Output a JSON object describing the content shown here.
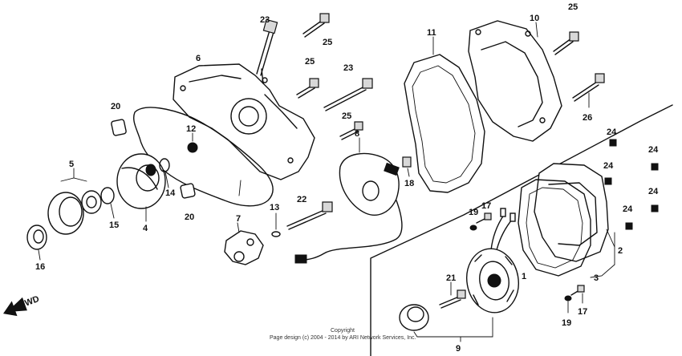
{
  "labels": {
    "l23a": "23",
    "l25a": "25",
    "l25b": "25",
    "l10": "10",
    "l11": "11",
    "l6": "6",
    "l25c": "25",
    "l23b": "23",
    "l20a": "20",
    "l25d": "25",
    "l12": "12",
    "l26": "26",
    "l24a": "24",
    "l8": "8",
    "l24b": "24",
    "l24c": "24",
    "l5": "5",
    "l14": "14",
    "l18": "18",
    "l24d": "24",
    "l13": "13",
    "l22": "22",
    "l20b": "20",
    "l17a": "17",
    "l19a": "19",
    "l15": "15",
    "l4": "4",
    "l7": "7",
    "l24e": "24",
    "l2": "2",
    "l16": "16",
    "l3": "3",
    "l21": "21",
    "l1": "1",
    "l17b": "17",
    "l19b": "19",
    "l9": "9"
  },
  "fwd": "FWD",
  "copyright_line1": "Copyright",
  "copyright_line2": "Page design (c) 2004 - 2014 by ARI Network Services, Inc."
}
